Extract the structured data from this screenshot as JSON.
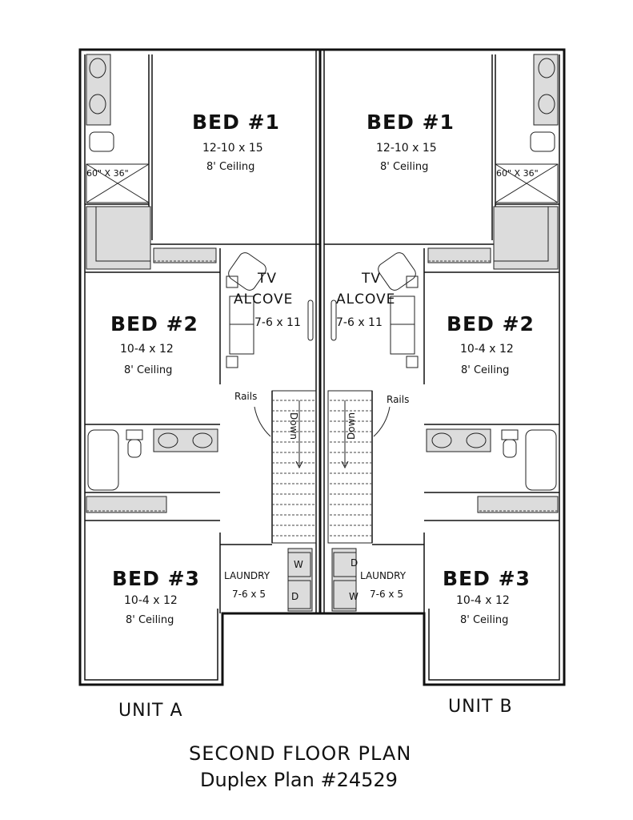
{
  "plan": {
    "title": "SECOND FLOOR PLAN",
    "subtitle": "Duplex Plan #24529"
  },
  "units": {
    "a": {
      "label": "UNIT A",
      "bed1": {
        "name": "BED #1",
        "dims": "12-10 x 15",
        "ceiling": "8' Ceiling"
      },
      "bed2": {
        "name": "BED #2",
        "dims": "10-4 x 12",
        "ceiling": "8' Ceiling"
      },
      "bed3": {
        "name": "BED #3",
        "dims": "10-4 x 12",
        "ceiling": "8' Ceiling"
      },
      "tv_alcove": {
        "name_line1": "TV",
        "name_line2": "ALCOVE",
        "dims": "7-6 x 11"
      },
      "laundry": {
        "name": "LAUNDRY",
        "dims": "7-6 x 5",
        "washer": "W",
        "dryer": "D"
      },
      "shower": "60\" X 36\"",
      "stairs": {
        "direction": "Down",
        "rails_label": "Rails"
      }
    },
    "b": {
      "label": "UNIT B",
      "bed1": {
        "name": "BED #1",
        "dims": "12-10 x 15",
        "ceiling": "8' Ceiling"
      },
      "bed2": {
        "name": "BED #2",
        "dims": "10-4 x 12",
        "ceiling": "8' Ceiling"
      },
      "bed3": {
        "name": "BED #3",
        "dims": "10-4 x 12",
        "ceiling": "8' Ceiling"
      },
      "tv_alcove": {
        "name_line1": "TV",
        "name_line2": "ALCOVE",
        "dims": "7-6 x 11"
      },
      "laundry": {
        "name": "LAUNDRY",
        "dims": "7-6 x 5",
        "washer": "W",
        "dryer": "D"
      },
      "shower": "60\" X 36\"",
      "stairs": {
        "direction": "Down",
        "rails_label": "Rails"
      }
    }
  },
  "colors": {
    "line": "#111111",
    "shade": "#dcdcdc",
    "background": "#ffffff"
  }
}
